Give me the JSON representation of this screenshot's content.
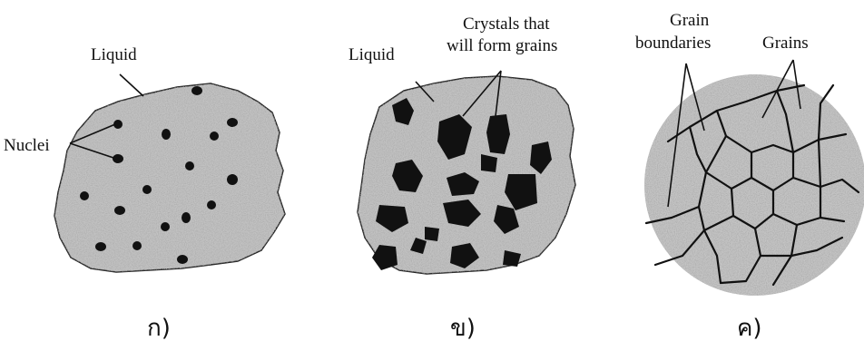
{
  "panel_a": {
    "caption": "ก)",
    "label_liquid": "Liquid",
    "label_nuclei": "Nuclei"
  },
  "panel_b": {
    "caption": "ข)",
    "label_liquid": "Liquid",
    "label_crystals_1": "Crystals that",
    "label_crystals_2": "will form grains"
  },
  "panel_c": {
    "caption": "ค)",
    "label_boundaries_1": "Grain",
    "label_boundaries_2": "boundaries",
    "label_grains": "Grains"
  },
  "colors": {
    "liquid_fill": "#bdbdbd",
    "solid": "#111111"
  }
}
